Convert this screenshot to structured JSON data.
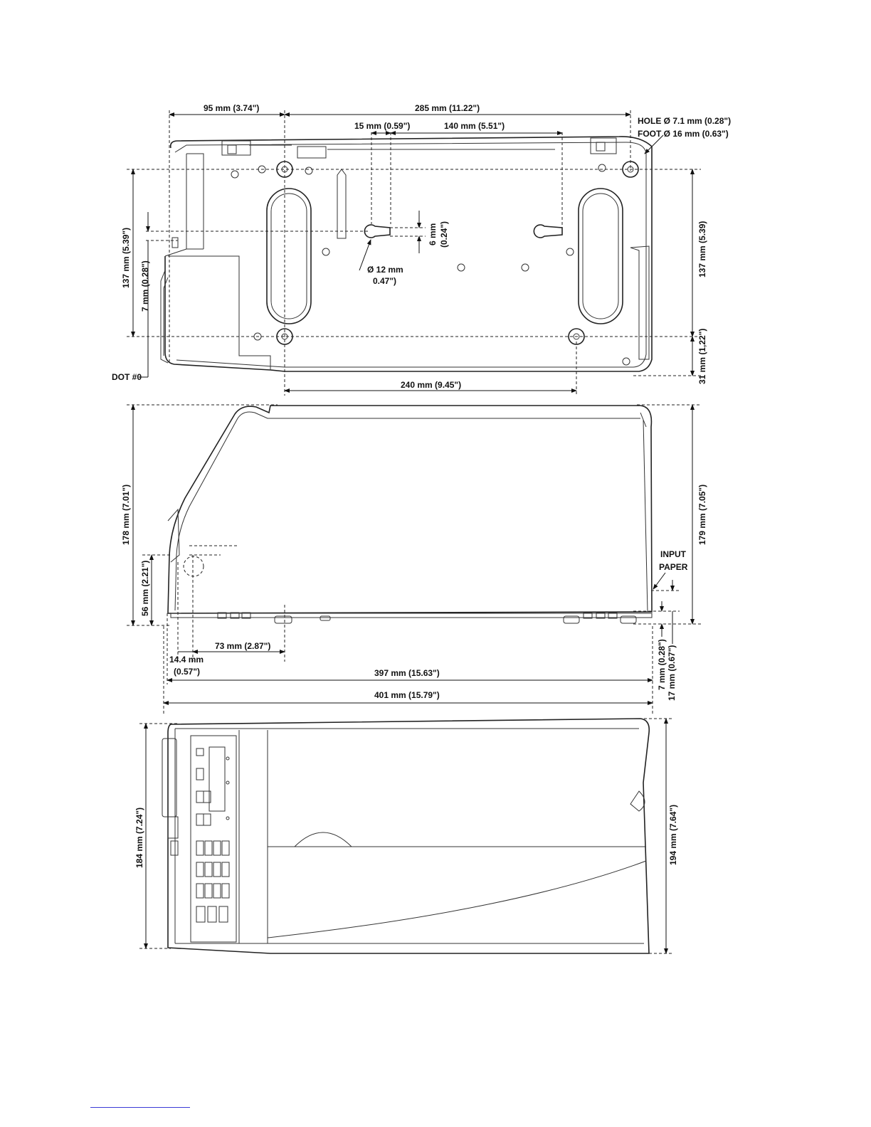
{
  "bottom_view": {
    "dim_95": "95 mm (3.74\")",
    "dim_285": "285 mm (11.22\")",
    "dim_15": "15 mm (0.59\")",
    "dim_140": "140 mm (5.51\")",
    "hole": "HOLE Ø 7.1 mm (0.28\")",
    "foot": "FOOT Ø 16 mm (0.63\")",
    "dim_137_left": "137 mm (5.39\")",
    "dim_7_left": "7 mm (0.28\")",
    "dim_6_a": "6 mm",
    "dim_6_b": "(0.24\")",
    "dia12_a": "Ø 12 mm",
    "dia12_b": "0.47\")",
    "dim_137_right": "137 mm (5.39)",
    "dim_31": "31 mm (1,22\")",
    "dot0": "DOT #0",
    "dim_240": "240 mm (9.45\")"
  },
  "side_view": {
    "dim_178": "178 mm (7.01\")",
    "dim_179": "179 mm (7.05\")",
    "dim_56": "56 mm (2.21\")",
    "input_a": "INPUT",
    "input_b": "PAPER",
    "dim_73": "73 mm (2.87\")",
    "dim_14_a": "14.4 mm",
    "dim_14_b": "(0.57\")",
    "dim_397": "397 mm (15.63\")",
    "dim_401": "401 mm (15.79\")",
    "dim_7_right": "7 mm (0.28\")",
    "dim_17_right": "17 mm (0.67\")"
  },
  "top_view": {
    "dim_184": "184 mm (7.24\")",
    "dim_194": "194 mm (7.64\")"
  }
}
